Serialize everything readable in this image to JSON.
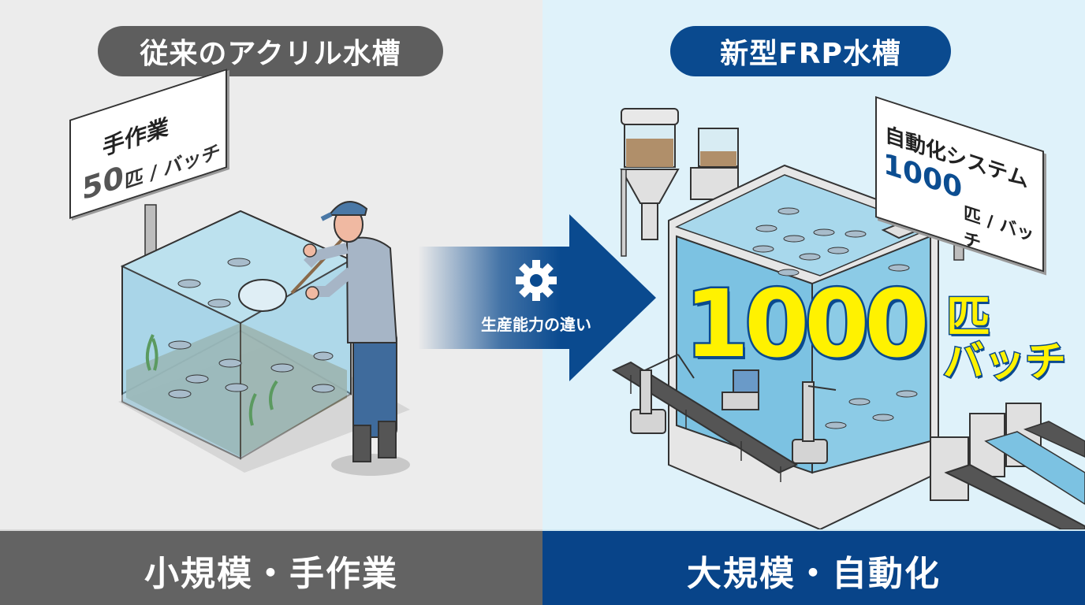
{
  "left_panel": {
    "title": "従来のアクリル水槽",
    "sign": {
      "title": "手作業",
      "count": "50",
      "unit": "匹 / バッチ"
    },
    "footer": "小規模・手作業",
    "colors": {
      "background": "#ececec",
      "pill": "#5e5e5e",
      "footer": "#636363"
    }
  },
  "center_arrow": {
    "icon": "gear-icon",
    "label": "生産能力の違い",
    "color": "#0a4a8f"
  },
  "right_panel": {
    "title": "新型FRP水槽",
    "sign": {
      "title": "自動化システム",
      "count": "1000",
      "unit": "匹 / バッチ"
    },
    "highlight": {
      "number": "1000",
      "unit": "匹",
      "suffix": "バッチ",
      "color": "#fff200"
    },
    "footer": "大規模・自動化",
    "colors": {
      "background": "#dff2fa",
      "pill": "#0a4a8f",
      "footer": "#084489"
    }
  }
}
